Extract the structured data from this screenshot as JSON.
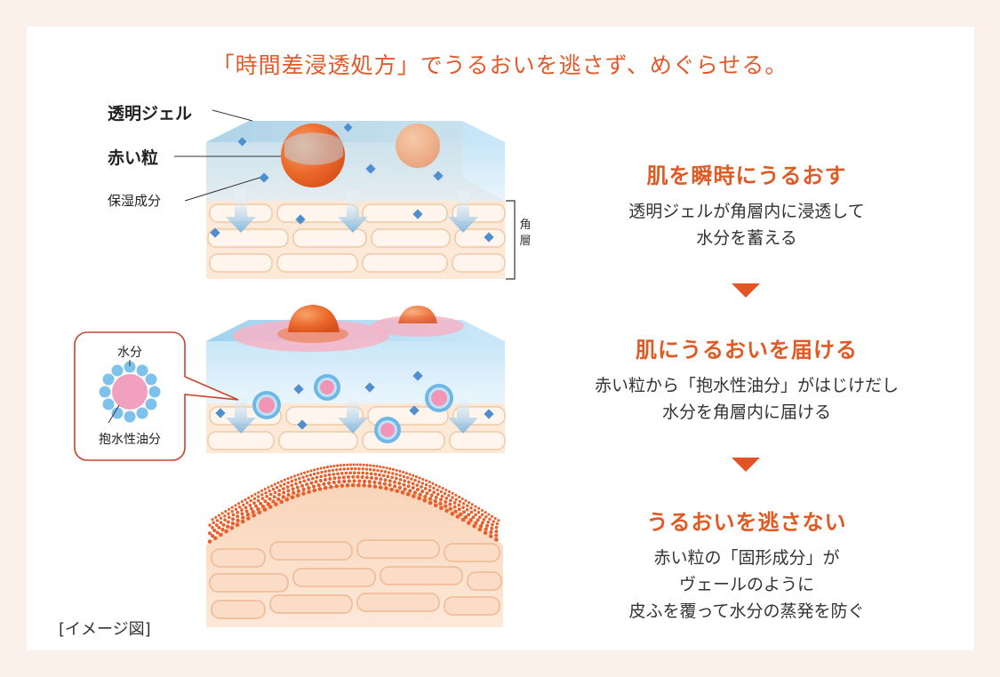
{
  "headline": "「時間差浸透処方」でうるおいを逃さず、めぐらせる。",
  "labels": {
    "gel": "透明ジェル",
    "red_particle": "赤い粒",
    "moisture": "保湿成分",
    "stratum_corneum": "角層"
  },
  "inset": {
    "water": "水分",
    "oil": "抱水性油分"
  },
  "steps": [
    {
      "title": "肌を瞬時にうるおす",
      "desc_lines": [
        "透明ジェルが角層内に浸透して",
        "水分を蓄える"
      ]
    },
    {
      "title": "肌にうるおいを届ける",
      "desc_lines": [
        "赤い粒から「抱水性油分」がはじけだし",
        "水分を角層内に届ける"
      ]
    },
    {
      "title": "うるおいを逃さない",
      "desc_lines": [
        "赤い粒の「固形成分」が",
        "ヴェールのように",
        "皮ふを覆って水分の蒸発を防ぐ"
      ]
    }
  ],
  "caption": "[イメージ図]",
  "colors": {
    "accent": "#e05a24",
    "skin": "#fbe3cf",
    "gel": "#c8e6f7",
    "dot": "#e8602c"
  },
  "icons": [
    "arrow-down-triangle-icon",
    "moisture-diamond-icon",
    "absorb-arrow-icon"
  ]
}
